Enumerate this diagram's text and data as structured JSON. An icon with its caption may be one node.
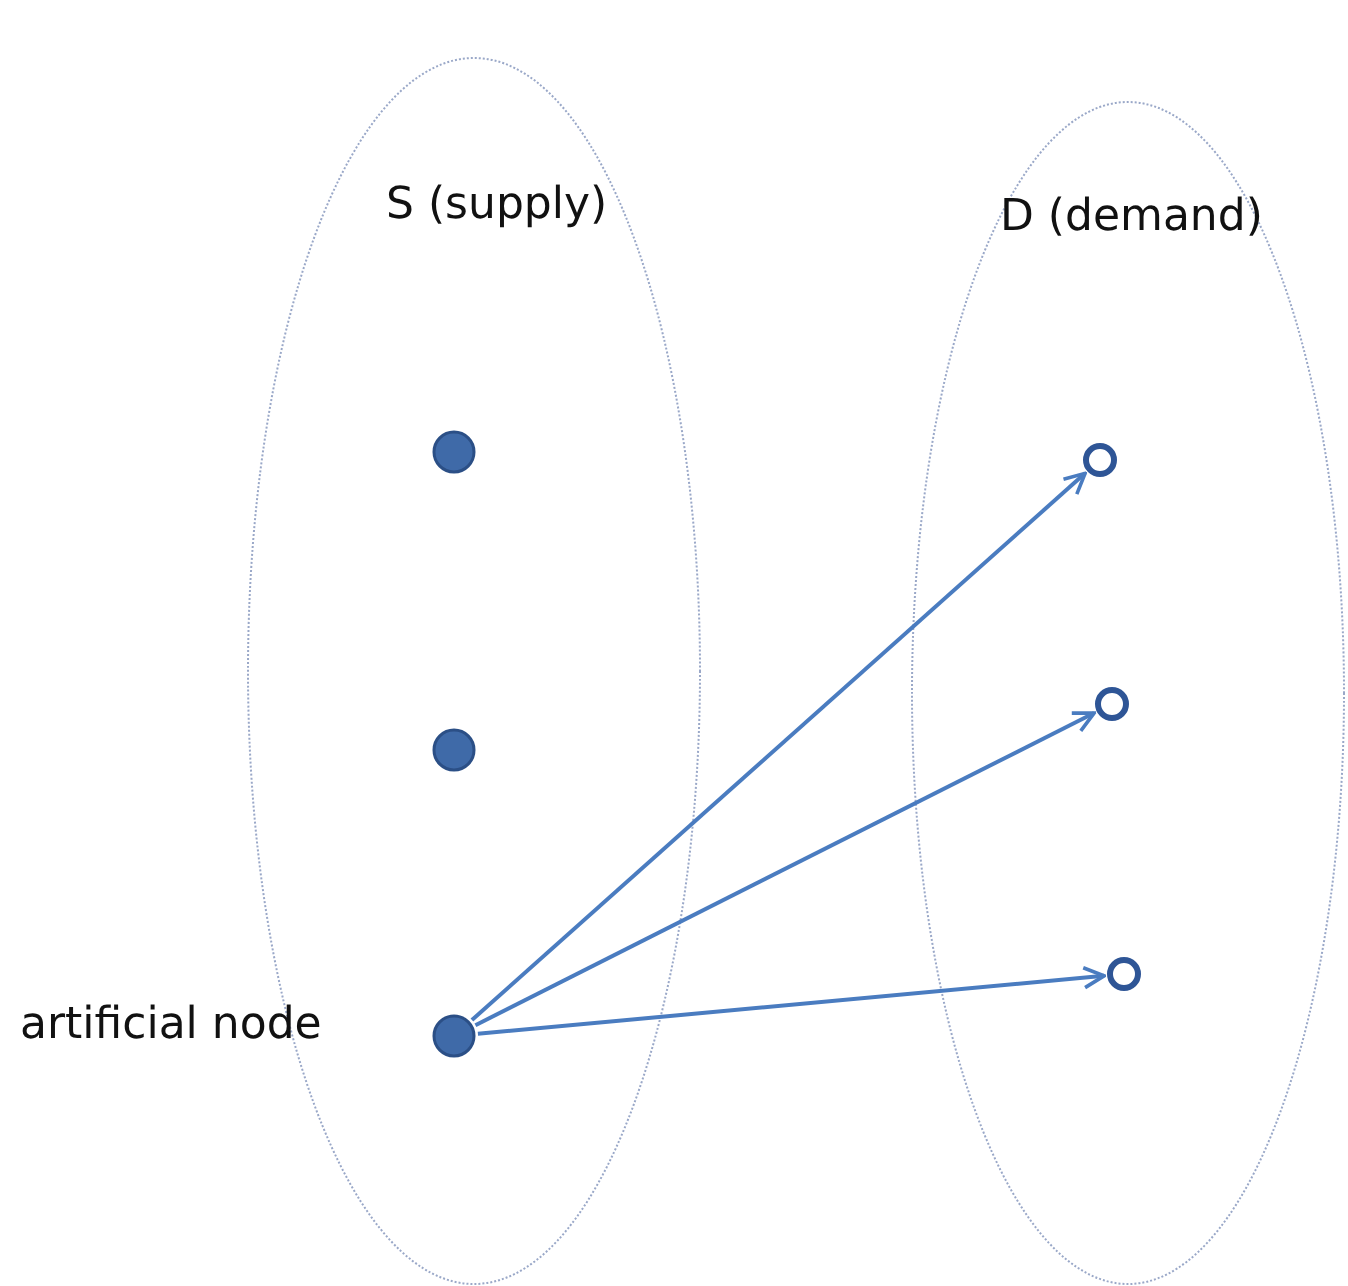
{
  "diagram": {
    "nodes": [
      {
        "text": [
          "S (supply)"
        ]
      },
      {
        "text": [],
        "shape": "circle",
        "in": 0
      },
      {
        "text": [],
        "shape": "circle",
        "in": 0
      },
      {
        "text": [],
        "shape": "circle",
        "in": 0,
        "beside": [
          "artificial node"
        ]
      },
      {
        "text": [
          "D (demand)"
        ]
      },
      {
        "text": [],
        "shape": "circle",
        "in": 4
      },
      {
        "text": [],
        "shape": "circle",
        "in": 4
      },
      {
        "text": [],
        "shape": "circle",
        "in": 4
      }
    ],
    "edges": [
      {
        "from": 3,
        "to": 5,
        "arrow": "to"
      },
      {
        "from": 3,
        "to": 6,
        "arrow": "to"
      },
      {
        "from": 3,
        "to": 7,
        "arrow": "to"
      }
    ]
  }
}
